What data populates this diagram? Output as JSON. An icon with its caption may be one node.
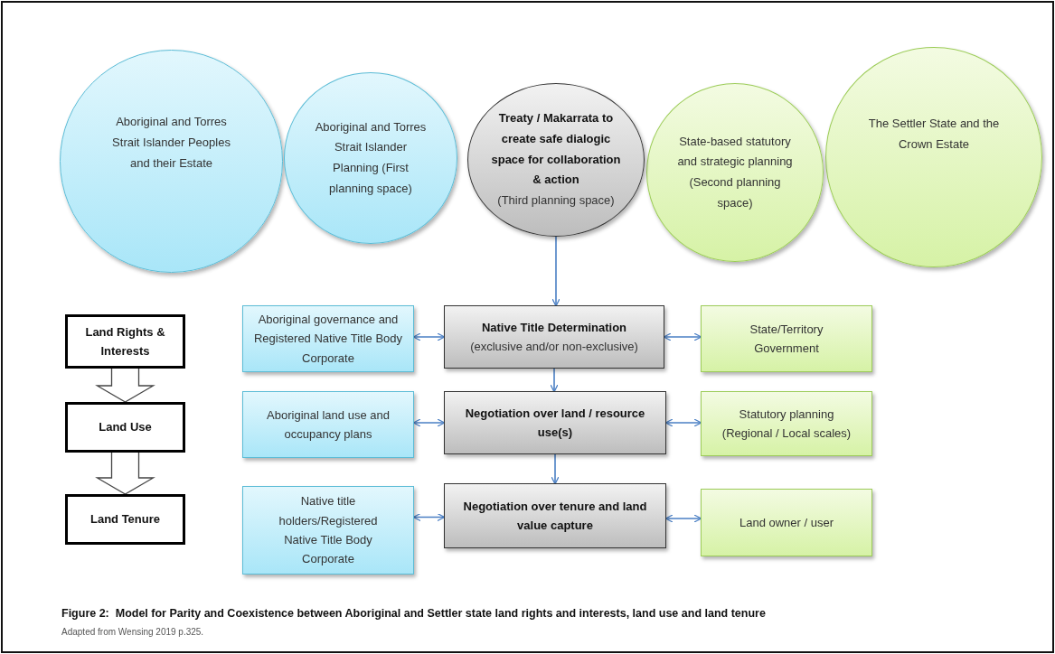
{
  "diagram": {
    "caption": "Figure 2:  Model for Parity and Coexistence between Aboriginal and Settler state land rights and interests, land use and land tenure",
    "nodes": [
      {
        "text": [
          "Aboriginal and Torres Strait Islander Peoples and their Estate"
        ]
      },
      {
        "text": [
          "Aboriginal and Torres Strait Islander Planning (First planning space)"
        ]
      },
      {
        "text": [
          "Treaty / Makarrata to create safe dialogic space for collaboration & action",
          "(Third planning space)"
        ]
      },
      {
        "text": [
          "State-based statutory and strategic planning (Second planning space)"
        ]
      },
      {
        "text": [
          "The Settler State and the Crown Estate"
        ]
      },
      {
        "text": [
          "Land Rights & Interests"
        ]
      },
      {
        "text": [
          "Aboriginal governance and Registered Native Title Body Corporate"
        ]
      },
      {
        "text": [
          "Native Title Determination",
          "(exclusive and/or non-exclusive)"
        ]
      },
      {
        "text": [
          "State/Territory Government"
        ]
      },
      {
        "text": [
          "Land Use"
        ]
      },
      {
        "text": [
          "Aboriginal land use and occupancy plans"
        ]
      },
      {
        "text": [
          "Negotiation over land / resource use(s)"
        ]
      },
      {
        "text": [
          "Statutory planning (Regional / Local scales)"
        ]
      },
      {
        "text": [
          "Land Tenure"
        ]
      },
      {
        "text": [
          "Native title holders/Registered Native Title Body Corporate"
        ]
      },
      {
        "text": [
          "Negotiation over tenure and land value capture"
        ]
      },
      {
        "text": [
          "Land owner / user"
        ]
      }
    ],
    "edges": [
      {
        "from": 2,
        "to": 7,
        "arrow": "to"
      },
      {
        "from": 6,
        "to": 7,
        "arrow": "both"
      },
      {
        "from": 7,
        "to": 8,
        "arrow": "both"
      },
      {
        "from": 7,
        "to": 11,
        "arrow": "to"
      },
      {
        "from": 10,
        "to": 11,
        "arrow": "both"
      },
      {
        "from": 11,
        "to": 12,
        "arrow": "both"
      },
      {
        "from": 11,
        "to": 15,
        "arrow": "to"
      },
      {
        "from": 14,
        "to": 15,
        "arrow": "both"
      },
      {
        "from": 15,
        "to": 16,
        "arrow": "both"
      },
      {
        "from": 5,
        "to": 9,
        "arrow": "to",
        "style": "thick",
        "color": "#444444"
      },
      {
        "from": 9,
        "to": 13,
        "arrow": "to",
        "style": "thick",
        "color": "#444444"
      }
    ],
    "labels": [
      "Adapted from Wensing 2019 p.325."
    ]
  }
}
